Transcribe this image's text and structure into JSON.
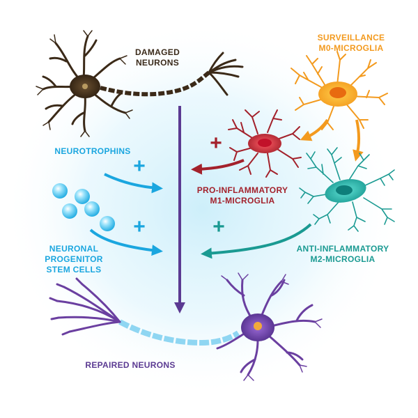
{
  "labels": {
    "damaged": [
      "DAMAGED",
      "NEURONS"
    ],
    "surveillance": [
      "SURVEILLANCE",
      "M0-MICROGLIA"
    ],
    "neurotrophins": [
      "NEUROTROPHINS"
    ],
    "pro_inflammatory": [
      "PRO-INFLAMMATORY",
      "M1-MICROGLIA"
    ],
    "neuronal_progenitor": [
      "NEURONAL",
      "PROGENITOR",
      "STEM CELLS"
    ],
    "anti_inflammatory": [
      "ANTI-INFLAMMATORY",
      "M2-MICROGLIA"
    ],
    "repaired": [
      "REPAIRED NEURONS"
    ]
  },
  "symbols": {
    "plus": "+"
  },
  "colors": {
    "damaged_label": "#3a2a1a",
    "surveillance": "#f39a1e",
    "neurotrophins": "#1aa6df",
    "pro_inflammatory": "#a3212b",
    "anti_inflammatory": "#1a9a92",
    "repaired": "#5b3a92",
    "damaged_neuron": "#3b2a18",
    "repaired_neuron": "#6a3fa0",
    "glow": "#cbeefa"
  },
  "icons": {
    "damaged_neuron": "neuron-dark-icon",
    "repaired_neuron": "neuron-purple-icon",
    "m0": "microglia-orange-icon",
    "m1": "microglia-red-icon",
    "m2": "microglia-teal-icon",
    "stem_cells": "stem-cell-sphere-icon"
  }
}
